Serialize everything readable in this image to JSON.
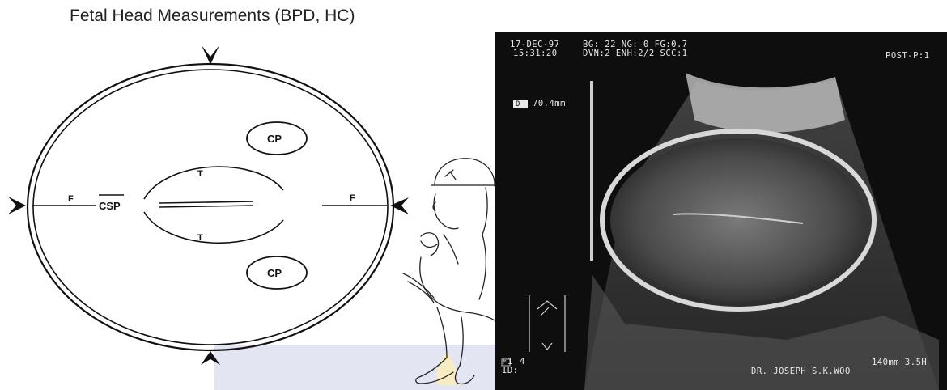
{
  "title": "Fetal Head Measurements (BPD, HC)",
  "diagram": {
    "labels": {
      "f_left": "F",
      "f_right": "F",
      "csp": "CSP",
      "t_top": "T",
      "t_bottom": "T",
      "cp_top": "CP",
      "cp_bottom": "CP"
    }
  },
  "ultrasound": {
    "date": "17-DEC-97",
    "time": "15:31:20",
    "params_line1": "BG: 22 NG:  0 FG:0.7",
    "params_line2": "DVN:2 ENH:2/2 SCC:1",
    "post": "POST-P:1",
    "measurement": "70.4mm",
    "marker": "D",
    "frame_label": "F1",
    "frame_value": "4",
    "id_label": "ID:",
    "depth": "140mm 3.5H",
    "doctor": "DR. JOSEPH S.K.WOO"
  }
}
